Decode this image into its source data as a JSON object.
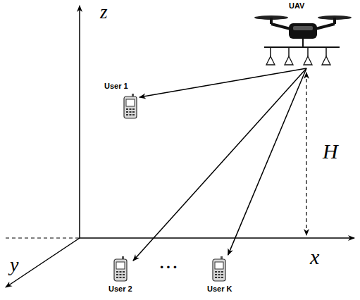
{
  "diagram": {
    "nodes": [
      {
        "text": [
          "UAV"
        ]
      },
      {
        "text": [
          "User 1"
        ]
      },
      {
        "text": [
          "User 2"
        ]
      },
      {
        "text": [
          "User K"
        ]
      }
    ],
    "edges": [
      {
        "from": 0,
        "to": 1,
        "arrow": "to"
      },
      {
        "from": 0,
        "to": 2,
        "arrow": "to"
      },
      {
        "from": 0,
        "to": 3,
        "arrow": "to"
      }
    ],
    "labels": [
      "z",
      "x",
      "y",
      "H",
      "···"
    ]
  }
}
